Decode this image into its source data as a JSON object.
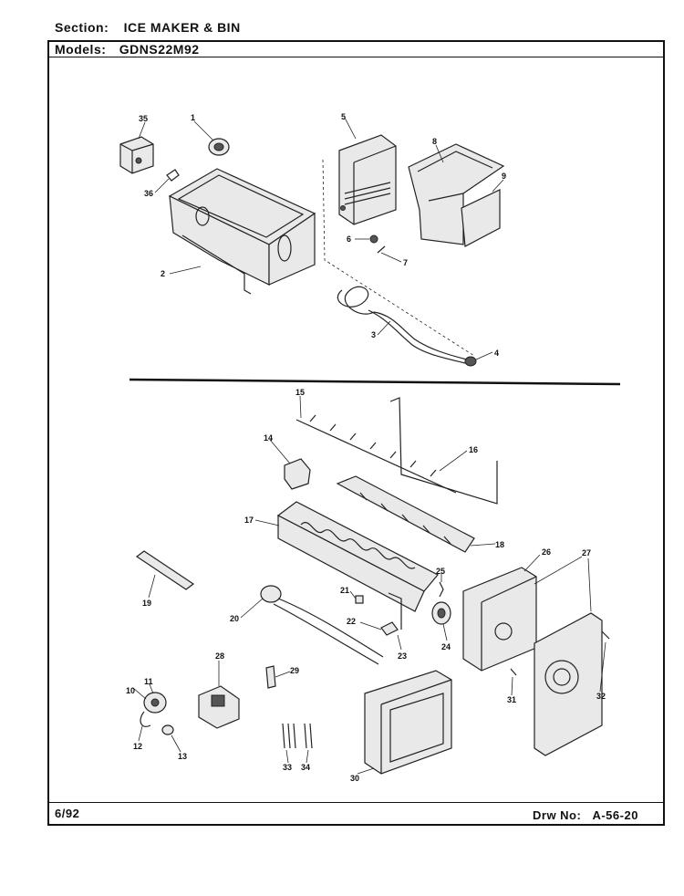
{
  "header": {
    "section_label": "Section:",
    "section_value": "ICE MAKER & BIN",
    "models_label": "Models:",
    "models_value": "GDNS22M92"
  },
  "footer": {
    "date": "6/92",
    "drawing_label": "Drw No:",
    "drawing_number": "A-56-20"
  },
  "callouts": [
    "1",
    "2",
    "3",
    "4",
    "5",
    "6",
    "7",
    "8",
    "9",
    "10",
    "11",
    "12",
    "13",
    "14",
    "15",
    "16",
    "17",
    "18",
    "19",
    "20",
    "21",
    "22",
    "23",
    "24",
    "25",
    "26",
    "27",
    "28",
    "29",
    "30",
    "31",
    "32",
    "33",
    "34",
    "35",
    "36"
  ]
}
